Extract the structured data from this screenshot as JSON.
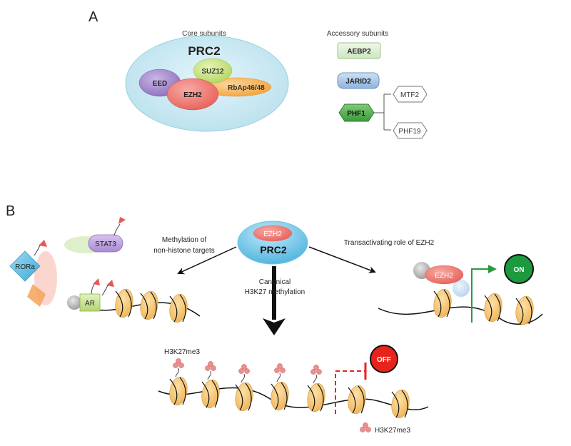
{
  "panel_a": {
    "letter": "A",
    "core": {
      "heading": "Core subunits",
      "complex": "PRC2",
      "subunits": {
        "eed": "EED",
        "suz12": "SUZ12",
        "ezh2": "EZH2",
        "rbap": "RbAp46/48"
      }
    },
    "accessory": {
      "heading": "Accessory subunits",
      "aebp2": "AEBP2",
      "jarid2": "JARID2",
      "phf1": "PHF1",
      "mtf2": "MTF2",
      "phf19": "PHF19"
    }
  },
  "panel_b": {
    "letter": "B",
    "center": {
      "ezh2": "EZH2",
      "prc2": "PRC2"
    },
    "left": {
      "label_line1": "Methylation of",
      "label_line2": "non-histone targets",
      "stat3": "STAT3",
      "rora": "RORa",
      "ar": "AR"
    },
    "middle": {
      "label_line1": "Canonical",
      "label_line2": "H3K27 methylation",
      "mark_label": "H3K27me3",
      "off": "OFF"
    },
    "right": {
      "label": "Transactivating role of EZH2",
      "ezh2": "EZH2",
      "on": "ON"
    },
    "legend": {
      "label": "H3K27me3"
    }
  },
  "colors": {
    "prc2_fill": "#cfe9f3",
    "eed": "#9b7fc4",
    "suz12": "#c4df7e",
    "ezh2": "#ee7b73",
    "rbap": "#f5b55a",
    "nucleosome": "#f2c67a",
    "on": "#1d9a3e",
    "off": "#e8231c",
    "methyl": "#ea8f8f",
    "flag": "#e8585a"
  }
}
